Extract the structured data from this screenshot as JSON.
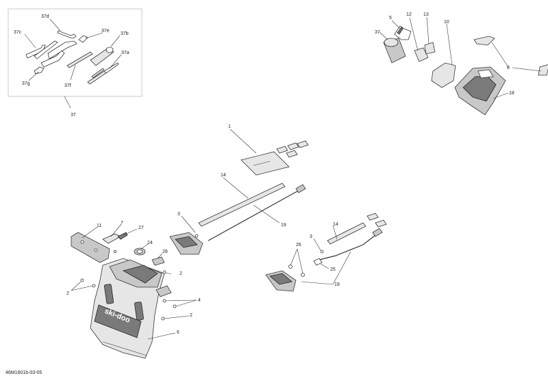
{
  "drawing_code": "46M1601b-03-05",
  "tool_kit": {
    "main": "37",
    "items": [
      "37a",
      "37b",
      "37c",
      "37d",
      "37e",
      "37f",
      "37g"
    ]
  },
  "callouts": {
    "tool_kit_icon": "37",
    "fuse_clip": "5",
    "fuse_cover": "12",
    "fuse_small": "13",
    "fuse_holder": "10",
    "clip_8": "8",
    "rear_housing": "18",
    "decal": "1",
    "led_strip_upper": "14",
    "harness_upper": "19",
    "nut_upper": "3",
    "bracket_11": "11",
    "reflector_7": "7",
    "clip_27": "27",
    "grommet_24": "24",
    "clip_28": "28",
    "screw_2_a": "2",
    "screw_2_b": "2",
    "screw_2_c": "2",
    "rivet_4": "4",
    "mud_flap": "6",
    "led_strip_lower": "14",
    "nut_lower": "3",
    "screw_26": "26",
    "connector_25": "25",
    "harness_lower": "19"
  },
  "brand_mark": "ski-doo"
}
